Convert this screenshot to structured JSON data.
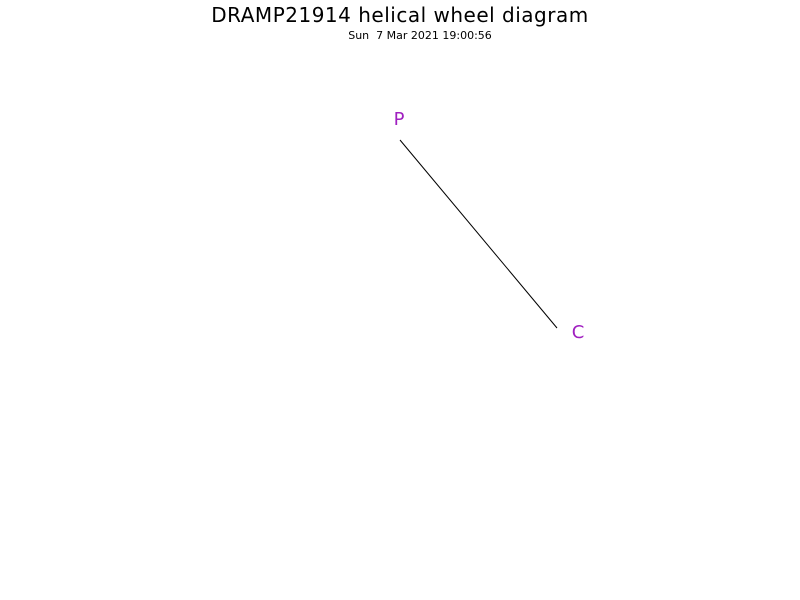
{
  "title": "DRAMP21914 helical wheel diagram",
  "timestamp": "Sun  7 Mar 2021 19:00:56",
  "colors": {
    "residue_text": "#a020c0",
    "connector_line": "#000000"
  },
  "residues": [
    {
      "letter": "P"
    },
    {
      "letter": "C"
    }
  ]
}
